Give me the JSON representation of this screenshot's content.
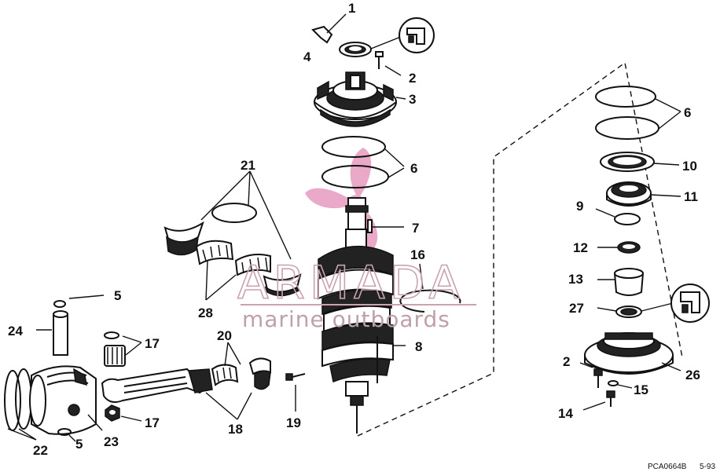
{
  "watermark": {
    "brand": "ARMADA",
    "tagline": "marine outboards",
    "logo_color": "#e8a0c4"
  },
  "callouts": [
    {
      "label": "1"
    },
    {
      "label": "2"
    },
    {
      "label": "3"
    },
    {
      "label": "4"
    },
    {
      "label": "5"
    },
    {
      "label": "5"
    },
    {
      "label": "6"
    },
    {
      "label": "6"
    },
    {
      "label": "7"
    },
    {
      "label": "8"
    },
    {
      "label": "9"
    },
    {
      "label": "10"
    },
    {
      "label": "11"
    },
    {
      "label": "12"
    },
    {
      "label": "13"
    },
    {
      "label": "14"
    },
    {
      "label": "15"
    },
    {
      "label": "16"
    },
    {
      "label": "17"
    },
    {
      "label": "17"
    },
    {
      "label": "18"
    },
    {
      "label": "19"
    },
    {
      "label": "20"
    },
    {
      "label": "21"
    },
    {
      "label": "22"
    },
    {
      "label": "23"
    },
    {
      "label": "24"
    },
    {
      "label": "26"
    },
    {
      "label": "27"
    },
    {
      "label": "28"
    },
    {
      "label": "2"
    }
  ],
  "figure_code": "PCA0664B",
  "figure_page": "5-93"
}
